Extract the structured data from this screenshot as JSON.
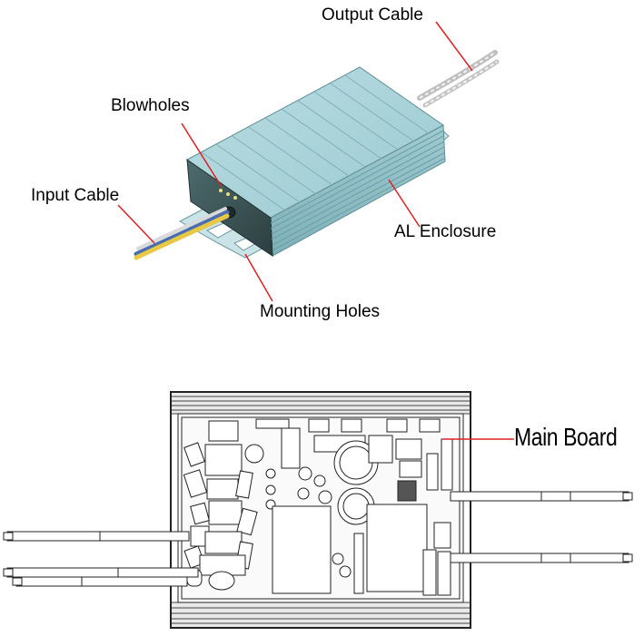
{
  "labels": {
    "output_cable": "Output Cable",
    "blowholes": "Blowholes",
    "input_cable": "Input Cable",
    "al_enclosure": "AL Enclosure",
    "mounting_holes": "Mounting Holes",
    "main_board": "Main Board"
  },
  "colors": {
    "leader_line": "#e02020",
    "enclosure_top": "#a6d2d8",
    "enclosure_side": "#8cbcc4",
    "enclosure_front": "#3f5a5c",
    "flange": "#c6e0e4",
    "board_outline": "#222222",
    "heatsink_fin": "#bdbdbd"
  }
}
